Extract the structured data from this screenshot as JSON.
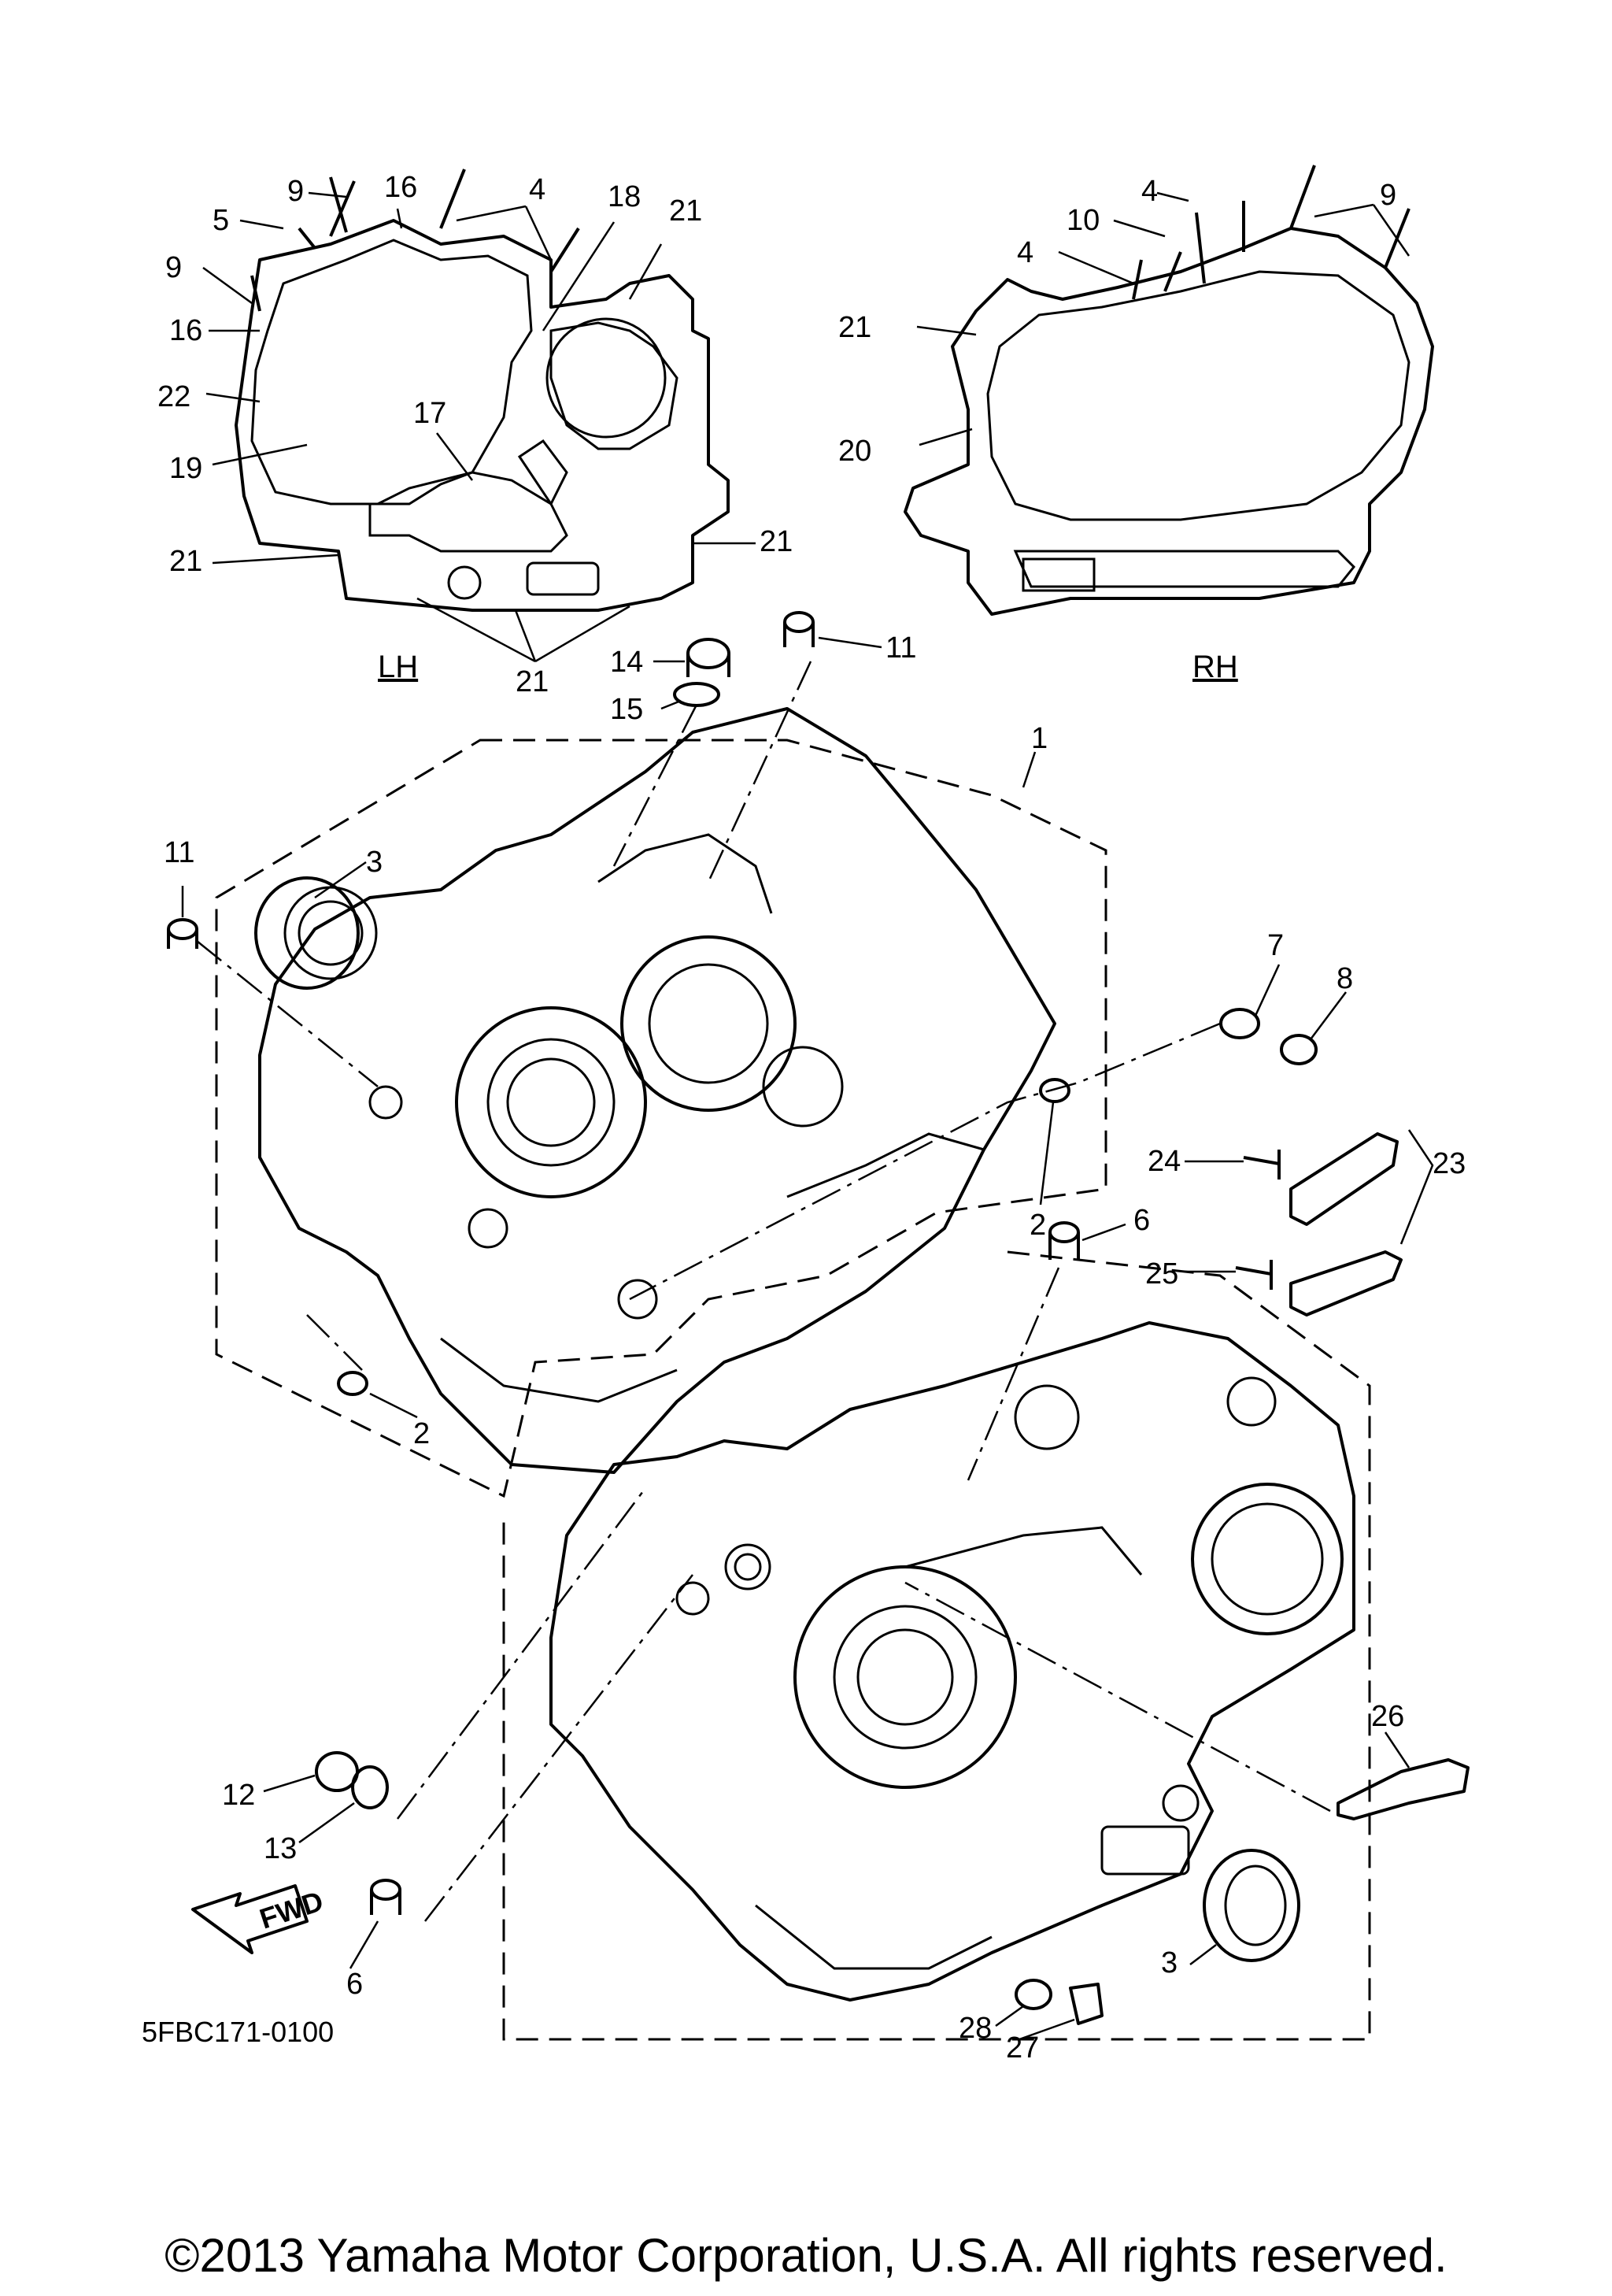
{
  "diagram_code": "5FBC171-0100",
  "copyright": "©2013 Yamaha Motor Corporation, U.S.A. All rights reserved.",
  "gasket_views": {
    "left_label": "LH",
    "right_label": "RH"
  },
  "fwd_arrow_label": "FWD",
  "callouts": [
    {
      "id": "c-9a",
      "text": "9"
    },
    {
      "id": "c-16a",
      "text": "16"
    },
    {
      "id": "c-4a",
      "text": "4"
    },
    {
      "id": "c-5",
      "text": "5"
    },
    {
      "id": "c-9b",
      "text": "9"
    },
    {
      "id": "c-18",
      "text": "18"
    },
    {
      "id": "c-21a",
      "text": "21"
    },
    {
      "id": "c-16b",
      "text": "16"
    },
    {
      "id": "c-22",
      "text": "22"
    },
    {
      "id": "c-17",
      "text": "17"
    },
    {
      "id": "c-19",
      "text": "19"
    },
    {
      "id": "c-21b",
      "text": "21"
    },
    {
      "id": "c-21c",
      "text": "21"
    },
    {
      "id": "c-21d",
      "text": "21"
    },
    {
      "id": "c-4b",
      "text": "4"
    },
    {
      "id": "c-9c",
      "text": "9"
    },
    {
      "id": "c-10",
      "text": "10"
    },
    {
      "id": "c-4c",
      "text": "4"
    },
    {
      "id": "c-21e",
      "text": "21"
    },
    {
      "id": "c-20",
      "text": "20"
    },
    {
      "id": "c-14",
      "text": "14"
    },
    {
      "id": "c-11a",
      "text": "11"
    },
    {
      "id": "c-15",
      "text": "15"
    },
    {
      "id": "c-1",
      "text": "1"
    },
    {
      "id": "c-11b",
      "text": "11"
    },
    {
      "id": "c-3a",
      "text": "3"
    },
    {
      "id": "c-7",
      "text": "7"
    },
    {
      "id": "c-8",
      "text": "8"
    },
    {
      "id": "c-24",
      "text": "24"
    },
    {
      "id": "c-23",
      "text": "23"
    },
    {
      "id": "c-2a",
      "text": "2"
    },
    {
      "id": "c-6a",
      "text": "6"
    },
    {
      "id": "c-25",
      "text": "25"
    },
    {
      "id": "c-2b",
      "text": "2"
    },
    {
      "id": "c-26",
      "text": "26"
    },
    {
      "id": "c-12",
      "text": "12"
    },
    {
      "id": "c-13",
      "text": "13"
    },
    {
      "id": "c-6b",
      "text": "6"
    },
    {
      "id": "c-3b",
      "text": "3"
    },
    {
      "id": "c-28",
      "text": "28"
    },
    {
      "id": "c-27",
      "text": "27"
    }
  ]
}
